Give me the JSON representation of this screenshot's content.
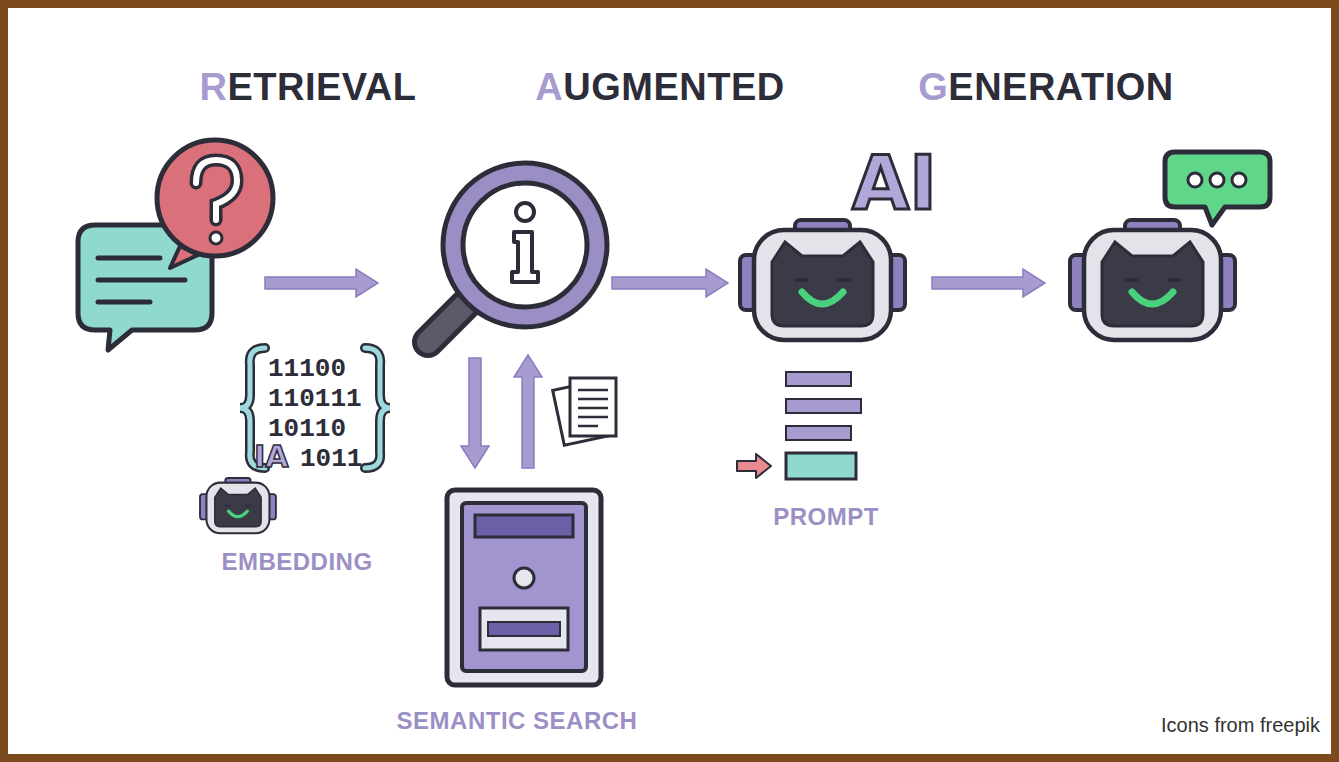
{
  "diagram": {
    "nodes": [
      {
        "text": [
          "EMBEDDING"
        ]
      },
      {
        "text": [
          "SEMANTIC SEARCH"
        ]
      },
      {
        "text": [
          "AI",
          "PROMPT"
        ]
      }
    ],
    "labels": [
      "RETRIEVAL",
      "AUGMENTED",
      "GENERATION",
      "11100",
      "110111",
      "10110",
      "1011",
      "AI",
      "Icons from freepik"
    ]
  }
}
